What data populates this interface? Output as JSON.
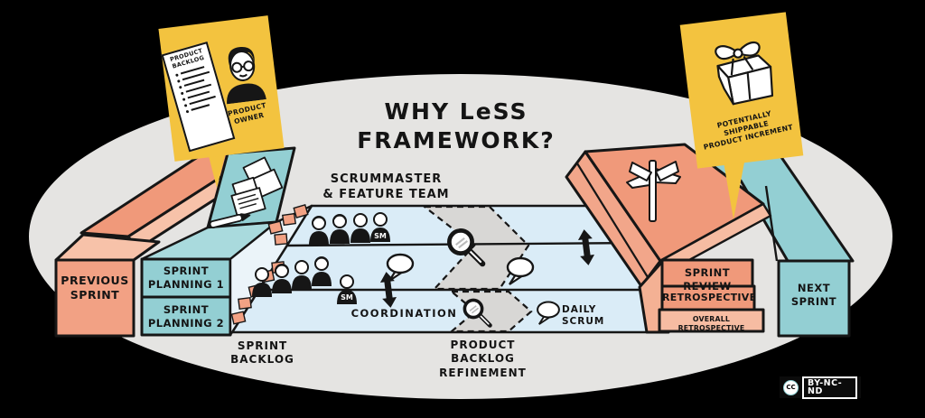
{
  "title": "WHY LeSS FRAMEWORK?",
  "callout_product_owner": {
    "document_title": "PRODUCT\nBACKLOG",
    "label": "PRODUCT\nOWNER"
  },
  "callout_increment": {
    "label": "POTENTIALLY SHIPPABLE\nPRODUCT INCREMENT"
  },
  "blocks": {
    "previous_sprint": "PREVIOUS\nSPRINT",
    "sprint_planning_1": "SPRINT\nPLANNING 1",
    "sprint_planning_2": "SPRINT\nPLANNING 2",
    "sprint_review": "SPRINT REVIEW",
    "retrospective": "RETROSPECTIVE",
    "overall_retrospective": "OVERALL RETROSPECTIVE",
    "next_sprint": "NEXT\nSPRINT"
  },
  "annotations": {
    "scrummaster_feature_team": "SCRUMMASTER\n& FEATURE TEAM",
    "coordination": "COORDINATION",
    "daily_scrum": "DAILY SCRUM",
    "sprint_backlog": "SPRINT\nBACKLOG",
    "product_backlog_refinement": "PRODUCT\nBACKLOG\nREFINEMENT",
    "sm_badge": "SM"
  },
  "license": {
    "cc": "CC",
    "label": "BY-NC-ND"
  },
  "colors": {
    "background": "#000000",
    "ellipse_gray": "#E5E4E2",
    "yellow": "#F3C33F",
    "salmon": "#F0997A",
    "salmon_light": "#F7C2A9",
    "teal": "#93CFD3",
    "lane_blue": "#DAECF7",
    "chevron_gray": "#D8D7D5",
    "ink": "#161616"
  }
}
